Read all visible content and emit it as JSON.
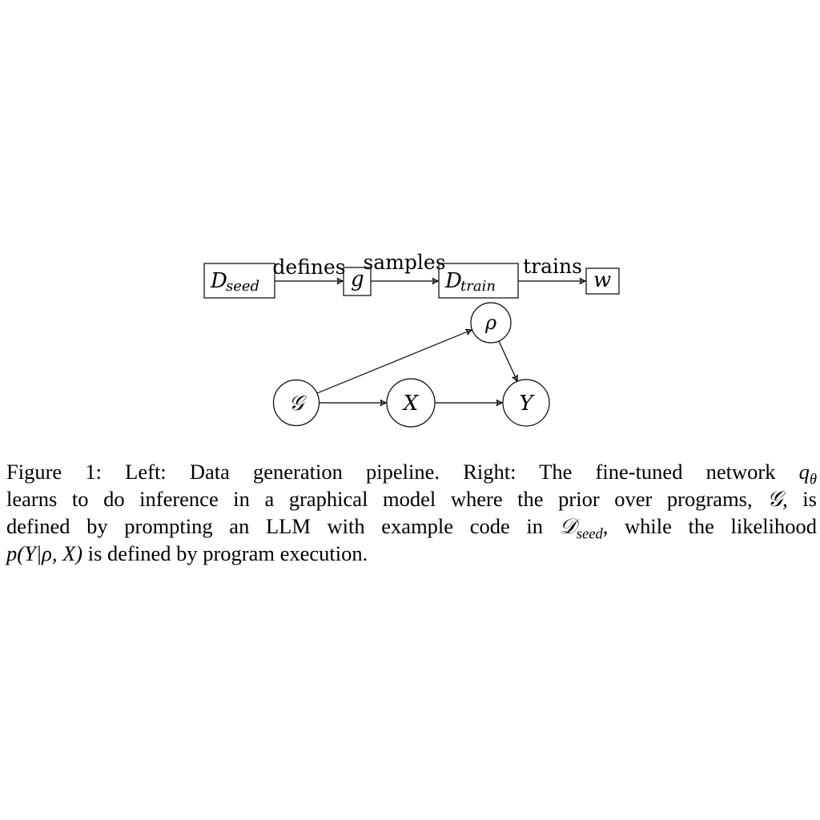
{
  "pipeline": {
    "boxes": [
      {
        "id": "d_seed",
        "main": "D",
        "sub": "seed"
      },
      {
        "id": "g",
        "main": "g",
        "sub": ""
      },
      {
        "id": "d_train",
        "main": "D",
        "sub": "train"
      },
      {
        "id": "w",
        "main": "w",
        "sub": ""
      }
    ],
    "edges": [
      {
        "label": "defines"
      },
      {
        "label": "samples"
      },
      {
        "label": "trains"
      }
    ]
  },
  "graph": {
    "nodes": [
      {
        "id": "G",
        "label": "𝒢"
      },
      {
        "id": "X",
        "label": "X"
      },
      {
        "id": "Y",
        "label": "Y"
      },
      {
        "id": "rho",
        "label": "ρ"
      }
    ]
  },
  "caption": {
    "figure_label": "Figure 1:",
    "line1": "Left: Data generation pipeline. Right: The fine-tuned network",
    "q": "q",
    "q_sub": "θ",
    "line2": "learns to do inference in a graphical model where the prior over programs,",
    "script_g": "𝒢",
    "line2_end": ", is",
    "line3_start": "defined by prompting an LLM with example code in",
    "d": "𝒟",
    "d_sub": "seed",
    "line3_end": ", while the likelihood",
    "line4_math": "p(Y|ρ, X)",
    "line4_end": "is defined by program execution."
  }
}
